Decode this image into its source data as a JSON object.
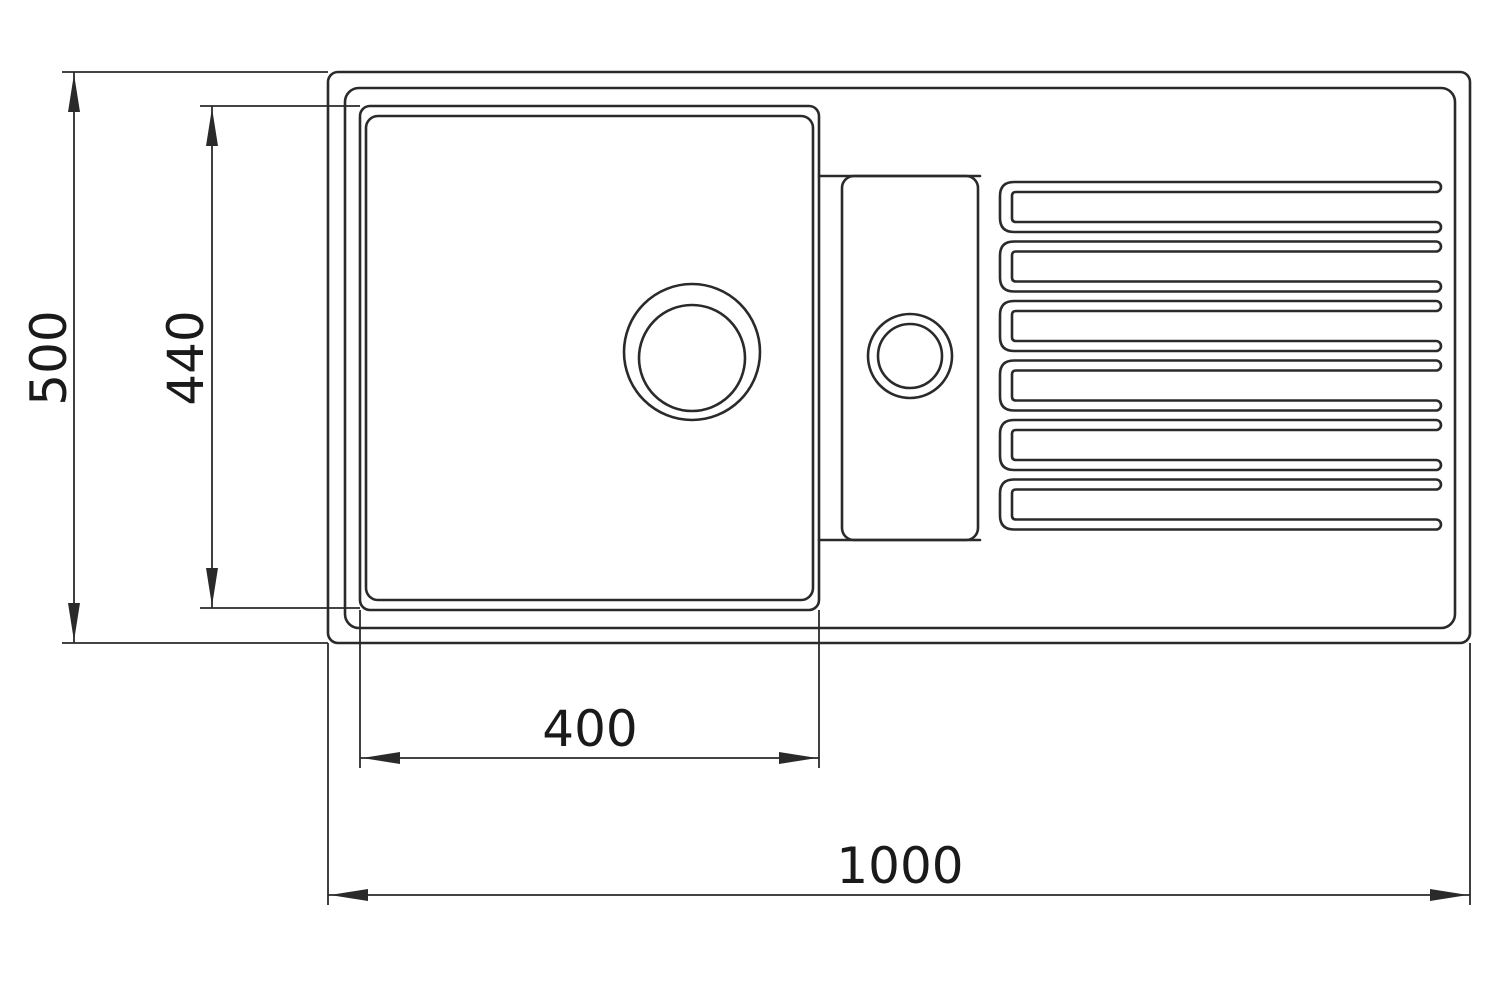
{
  "drawing": {
    "subject": "kitchen sink with single bowl, half bowl and drainer"
  },
  "dimensions": {
    "overall_width": "1000",
    "overall_depth": "500",
    "bowl_width": "400",
    "bowl_depth": "440"
  },
  "colors": {
    "line": "#2a2a2a",
    "background": "#ffffff"
  }
}
